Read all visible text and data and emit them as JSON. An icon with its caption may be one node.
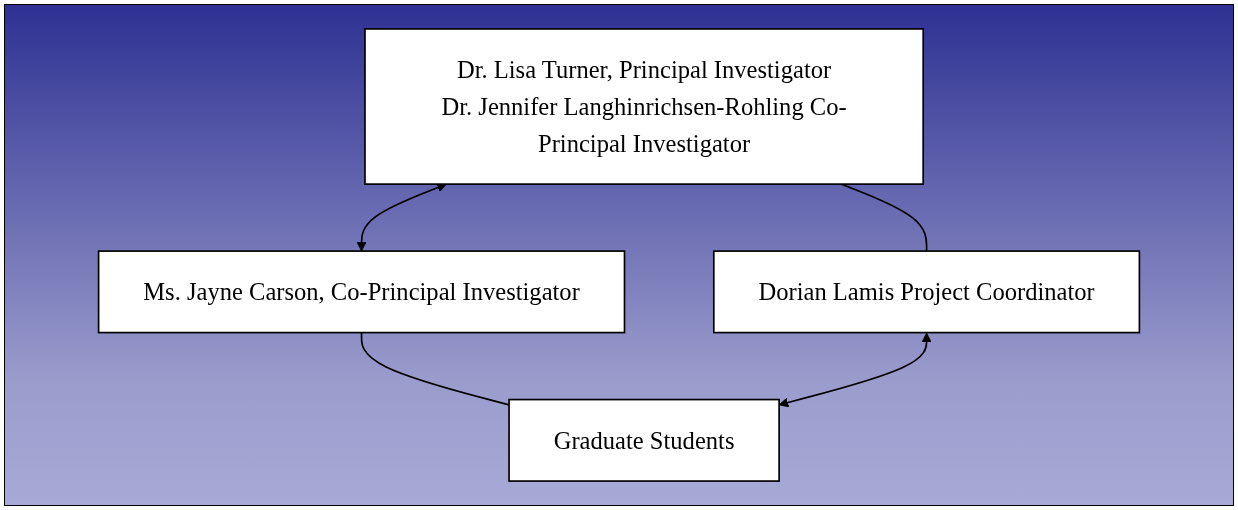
{
  "diagram": {
    "nodes": [
      {
        "text": [
          "Dr. Lisa Turner, Principal Investigator",
          "Dr. Jennifer Langhinrichsen-Rohling Co-Principal Investigator"
        ]
      },
      {
        "text": [
          "Ms. Jayne Carson, Co-Principal Investigator"
        ]
      },
      {
        "text": [
          "Dorian Lamis Project Coordinator"
        ]
      },
      {
        "text": [
          "Graduate Students"
        ]
      }
    ],
    "edges": [
      {
        "from": 0,
        "to": 1,
        "arrow": "both"
      },
      {
        "from": 0,
        "to": 2,
        "arrow": "none"
      },
      {
        "from": 1,
        "to": 3,
        "arrow": "none"
      },
      {
        "from": 2,
        "to": 3,
        "arrow": "both"
      }
    ]
  }
}
